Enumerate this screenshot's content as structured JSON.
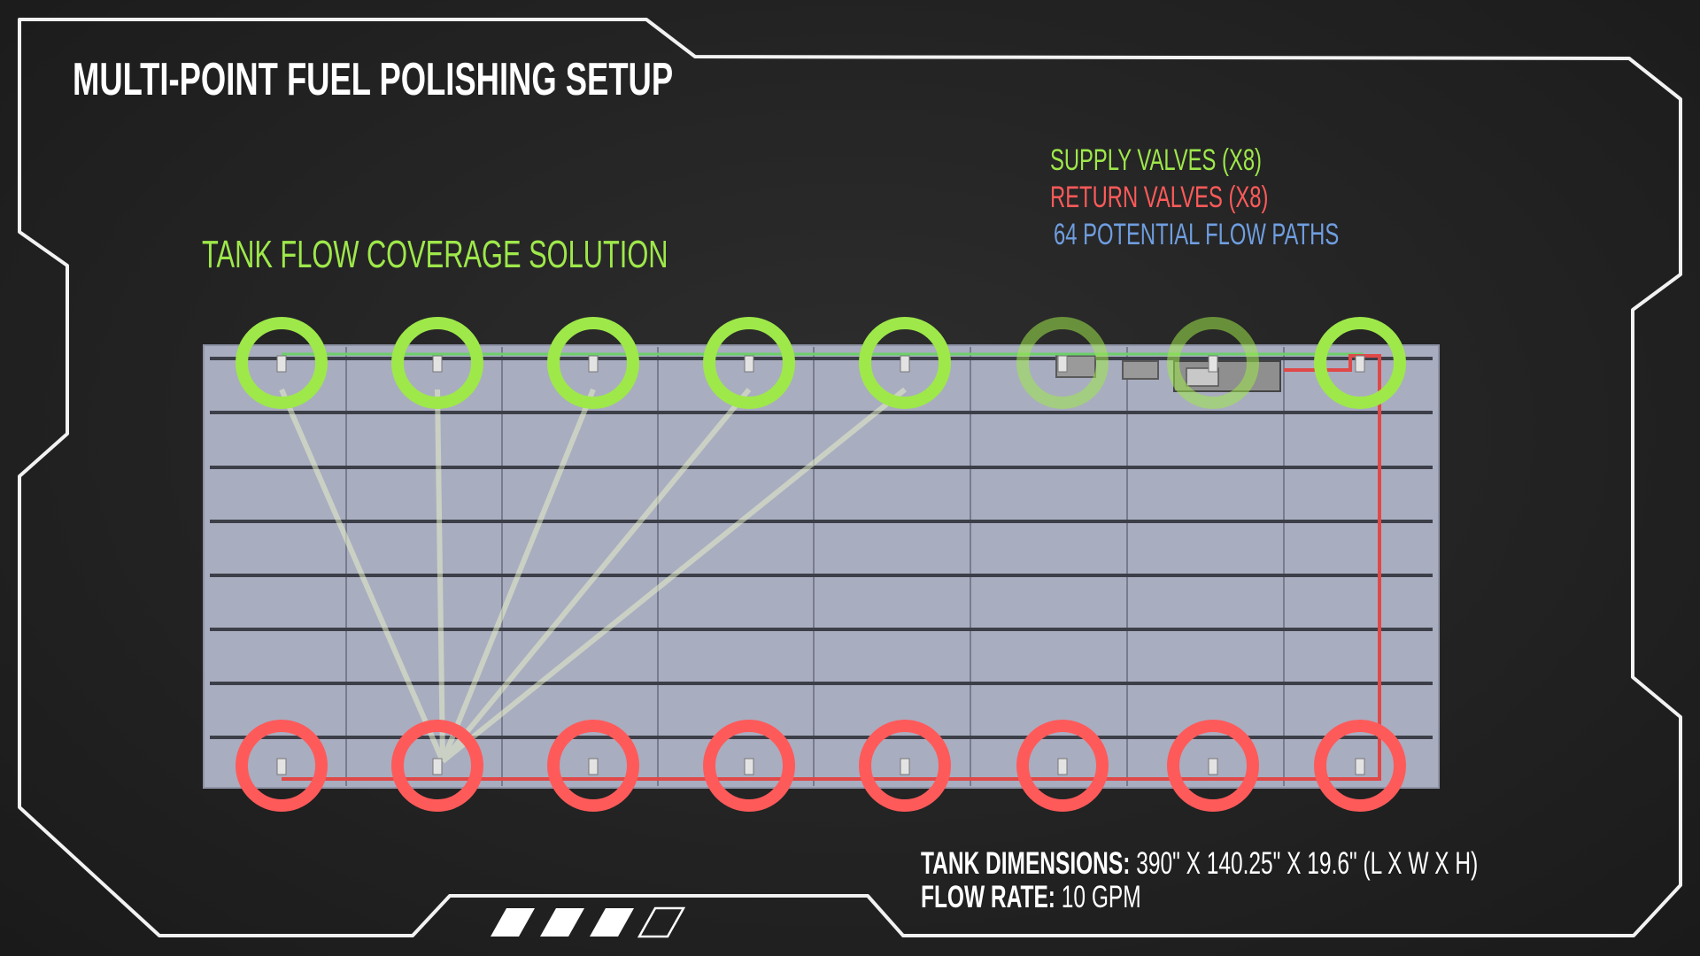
{
  "title": "MULTI-POINT FUEL POLISHING SETUP",
  "subtitle": "TANK FLOW COVERAGE SOLUTION",
  "legend": {
    "supply": "SUPPLY VALVES (x8)",
    "return": "RETURN VALVES (x8)",
    "paths": "64 POTENTIAL FLOW PATHS"
  },
  "specs": {
    "dimensions_label": "TANK DIMENSIONS:",
    "dimensions_value": "390\" x 140.25\" x 19.6\" (L x W x H)",
    "flow_label": "FLOW RATE:",
    "flow_value": "10 GPM"
  },
  "diagram": {
    "supply_valve_count": 8,
    "return_valve_count": 8,
    "dimmed_supply_valves": [
      6,
      7
    ],
    "pagination": {
      "total": 4,
      "active": 3
    }
  },
  "colors": {
    "supply": "#9ee84a",
    "return": "#ff5a5a",
    "paths": "#6f9ee0",
    "tank": "#a9adc0",
    "frame": "#ffffff"
  }
}
